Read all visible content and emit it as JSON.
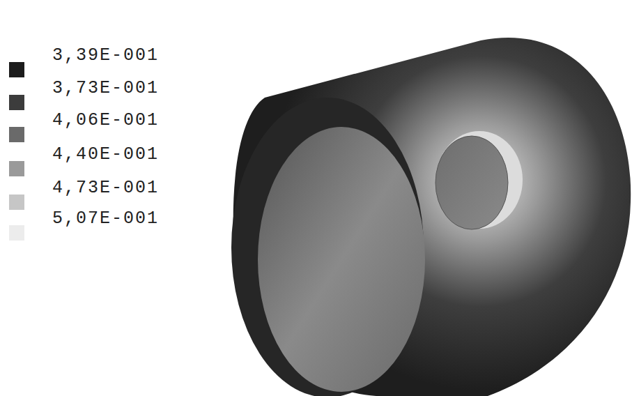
{
  "diagram": {
    "legend": [
      {
        "text": "3,39E-001",
        "color": "#1c1c1c"
      },
      {
        "text": "3,73E-001",
        "color": "#3c3c3c"
      },
      {
        "text": "4,06E-001",
        "color": "#6a6a6a"
      },
      {
        "text": "4,40E-001",
        "color": "#9a9a9a"
      },
      {
        "text": "4,73E-001",
        "color": "#c6c6c6"
      },
      {
        "text": "5,07E-001",
        "color": "#ececec"
      }
    ]
  }
}
